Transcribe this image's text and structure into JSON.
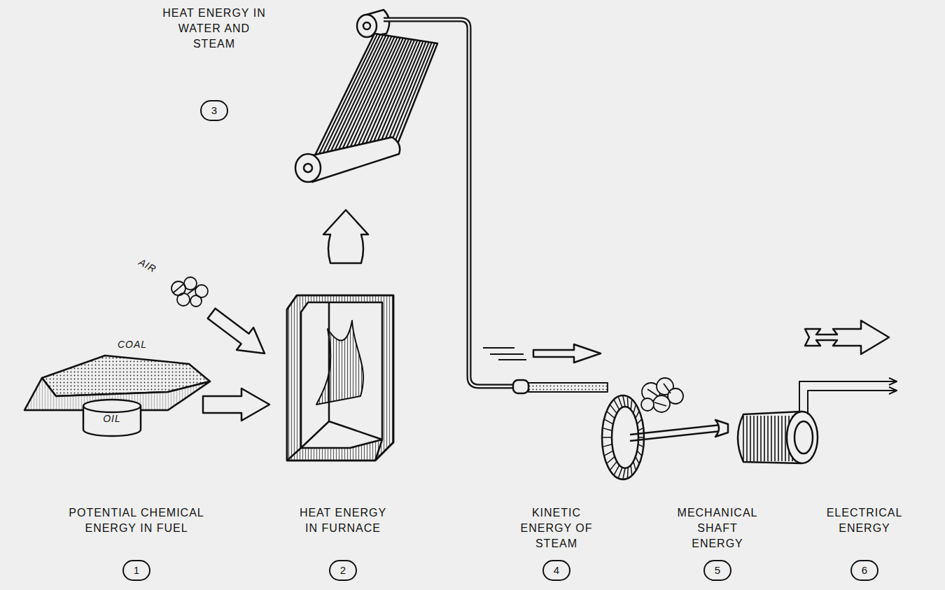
{
  "diagram": {
    "nodes": [
      {
        "text": [
          "POTENTIAL CHEMICAL ENERGY IN FUEL",
          "1"
        ]
      },
      {
        "text": [
          "HEAT ENERGY IN FURNACE",
          "2"
        ]
      },
      {
        "text": [
          "HEAT ENERGY IN WATER AND STEAM",
          "3"
        ]
      },
      {
        "text": [
          "KINETIC ENERGY OF STEAM",
          "4"
        ]
      },
      {
        "text": [
          "MECHANICAL SHAFT ENERGY",
          "5"
        ]
      },
      {
        "text": [
          "ELECTRICAL ENERGY",
          "6"
        ]
      },
      {
        "text": [
          "OIL"
        ]
      }
    ],
    "labels": [
      "AIR",
      "COAL"
    ]
  }
}
